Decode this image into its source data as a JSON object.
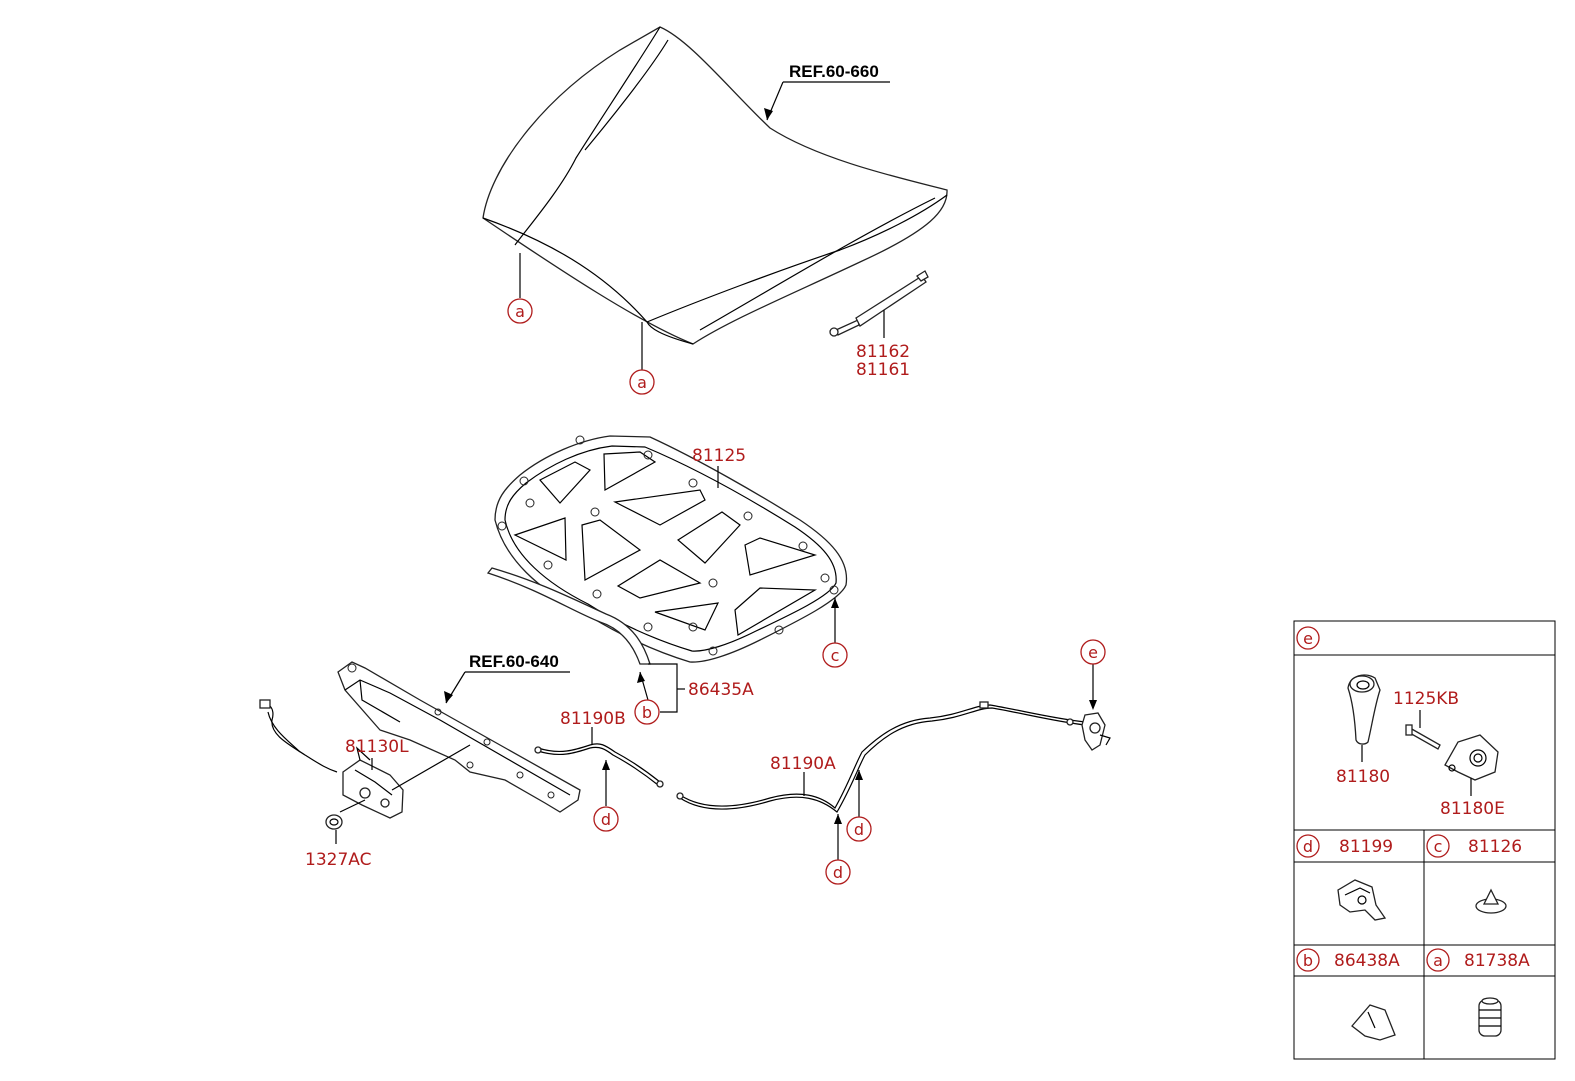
{
  "refs": {
    "hood": "REF.60-660",
    "crossmember": "REF.60-640"
  },
  "parts": {
    "strut_a": "81162",
    "strut_b": "81161",
    "insulator": "81125",
    "weatherstrip": "86435A",
    "cable_b": "81190B",
    "cable_a": "81190A",
    "latch": "81130L",
    "bolt": "1327AC"
  },
  "callouts": {
    "a": "a",
    "b": "b",
    "c": "c",
    "d": "d",
    "e": "e"
  },
  "legend": {
    "e_letter": "e",
    "e_part_handle": "81180",
    "e_part_bolt": "1125KB",
    "e_part_bracket": "81180E",
    "d_letter": "d",
    "d_part": "81199",
    "c_letter": "c",
    "c_part": "81126",
    "b_letter": "b",
    "b_part": "86438A",
    "a_letter": "a",
    "a_part": "81738A"
  },
  "colors": {
    "part_number": "#b01c1c",
    "line": "#000000"
  }
}
